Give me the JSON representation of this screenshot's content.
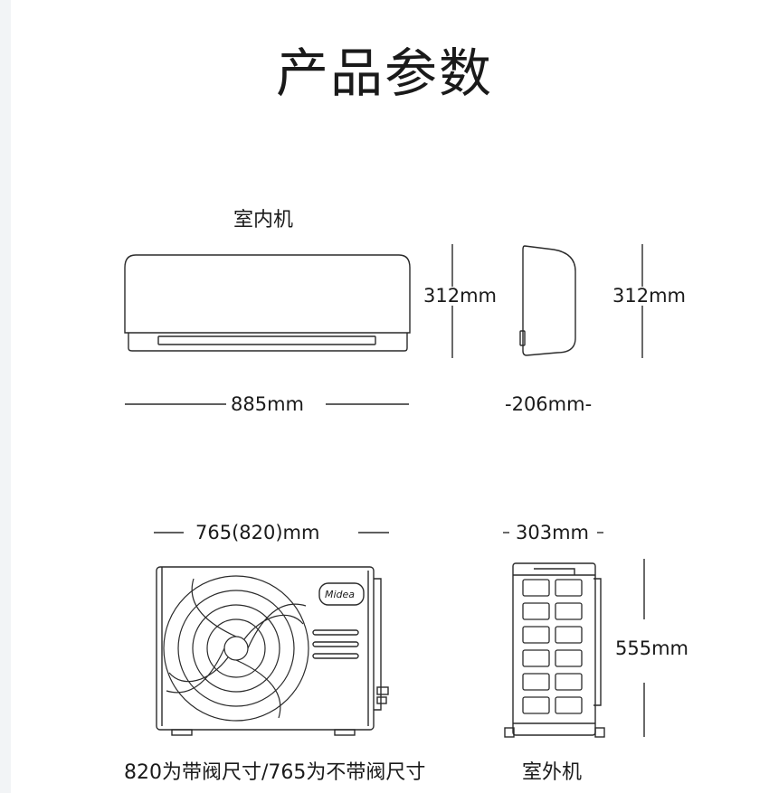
{
  "page": {
    "title": "产品参数"
  },
  "indoor": {
    "label": "室内机",
    "front_height": "312mm",
    "side_height": "312mm",
    "width": "885mm",
    "depth": "-206mm-"
  },
  "outdoor": {
    "width": "765(820)mm",
    "depth": "303mm",
    "height": "555mm",
    "note": "820为带阀尺寸/765为不带阀尺寸",
    "label": "室外机",
    "brand": "Midea"
  }
}
